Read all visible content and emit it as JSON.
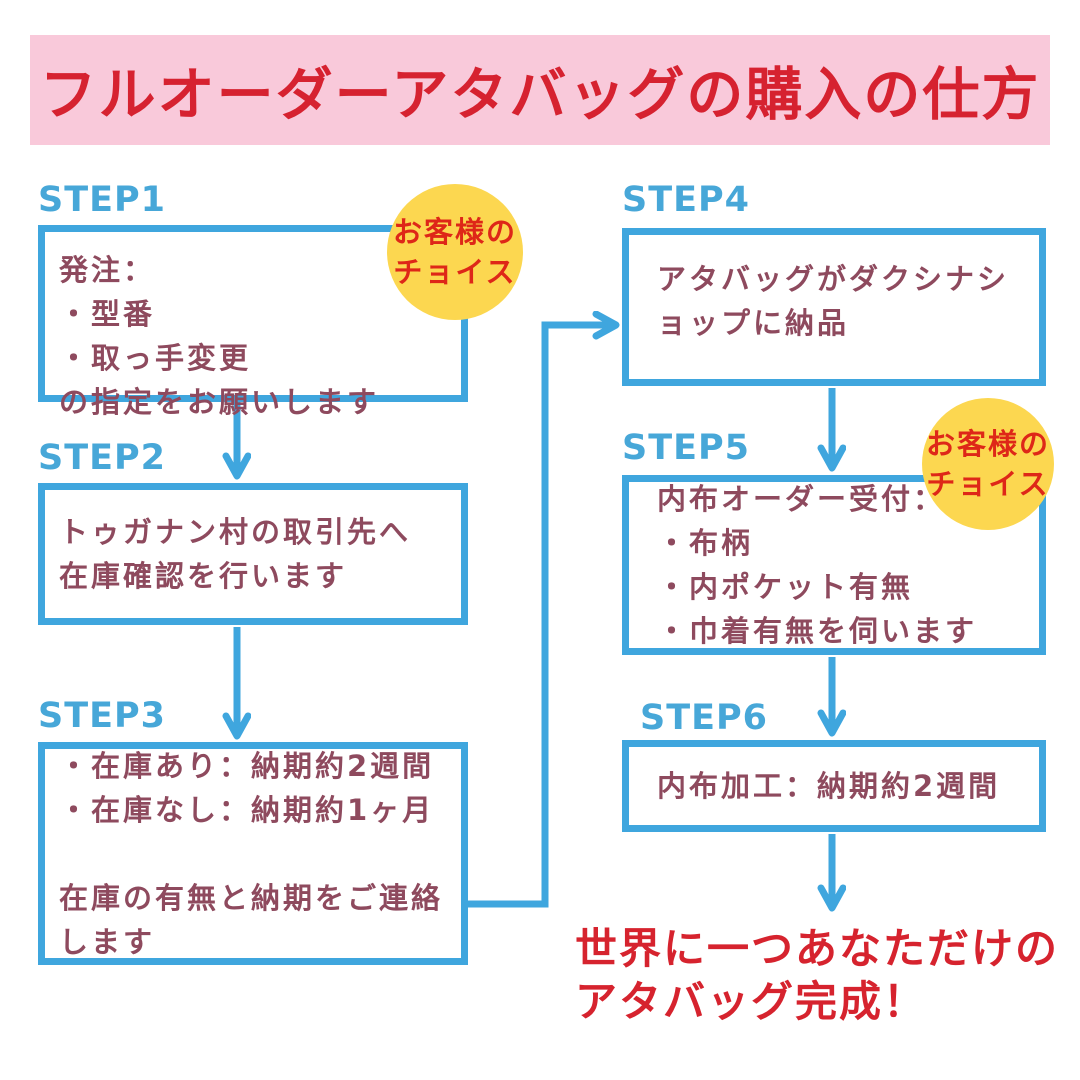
{
  "title": "フルオーダーアタバッグの購入の仕方",
  "colors": {
    "banner_bg": "#f9c9da",
    "title_red": "#d62230",
    "accent_blue": "#3fa6de",
    "box_text_maroon": "#8e4a5e",
    "badge_yellow": "#fcd750",
    "badge_text_red": "#de2718",
    "final_text_red": "#d6232e"
  },
  "steps": [
    {
      "label": "STEP1",
      "lines": [
        "発注：",
        "・型番",
        "・取っ手変更",
        "の指定をお願いします"
      ]
    },
    {
      "label": "STEP2",
      "lines": [
        "トゥガナン村の取引先へ",
        "在庫確認を行います"
      ]
    },
    {
      "label": "STEP3",
      "lines": [
        "・在庫あり：納期約2週間",
        "・在庫なし：納期約1ヶ月",
        "",
        "在庫の有無と納期をご連絡",
        "します"
      ]
    },
    {
      "label": "STEP4",
      "lines": [
        "アタバッグがダクシナシ",
        "ョップに納品"
      ]
    },
    {
      "label": "STEP5",
      "lines": [
        "内布オーダー受付：",
        "・布柄",
        "・内ポケット有無",
        "・巾着有無を伺います"
      ]
    },
    {
      "label": "STEP6",
      "lines": [
        "内布加工：納期約2週間"
      ]
    }
  ],
  "badges": [
    {
      "lines": [
        "お客様の",
        "チョイス"
      ]
    },
    {
      "lines": [
        "お客様の",
        "チョイス"
      ]
    }
  ],
  "final": {
    "lines": [
      "世界に一つあなただけの",
      "アタバッグ完成！"
    ]
  }
}
